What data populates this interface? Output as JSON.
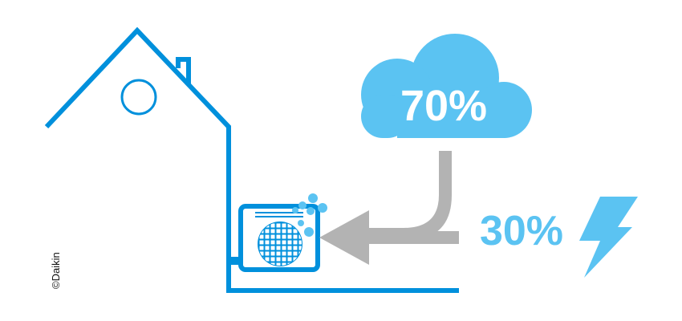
{
  "cloud_label": "70%",
  "electric_label": "30%",
  "copyright": "©Daikin",
  "colors": {
    "house": "#0090dc",
    "light": "#5bc3f2",
    "arrow": "#b3b3b3"
  }
}
